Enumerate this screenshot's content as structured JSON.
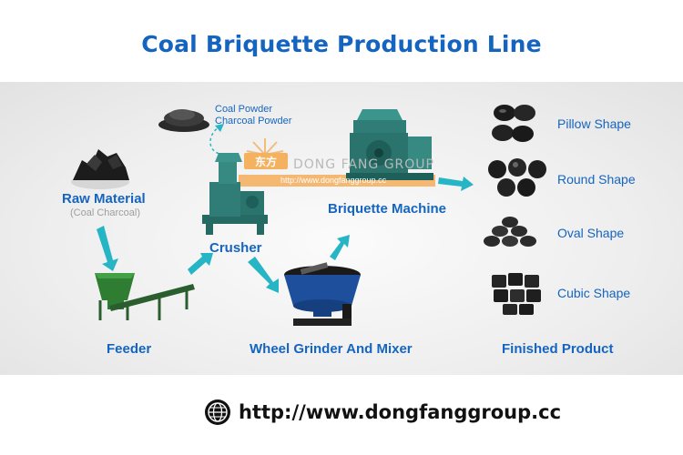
{
  "title": "Coal Briquette Production Line",
  "nodes": {
    "raw_material": {
      "label": "Raw Material",
      "sublabel": "(Coal Charcoal)"
    },
    "feeder": {
      "label": "Feeder"
    },
    "crusher": {
      "label": "Crusher"
    },
    "powder": {
      "line1": "Coal Powder",
      "line2": "Charcoal Powder"
    },
    "grinder": {
      "label": "Wheel Grinder And Mixer"
    },
    "briquette": {
      "label": "Briquette Machine"
    },
    "finished": {
      "label": "Finished Product"
    }
  },
  "shapes": [
    {
      "label": "Pillow Shape"
    },
    {
      "label": "Round Shape"
    },
    {
      "label": "Oval Shape"
    },
    {
      "label": "Cubic Shape"
    }
  ],
  "watermark": {
    "brand": "DONG FANG GROUP",
    "url": "http://www.dongfanggroup.cc"
  },
  "footer": {
    "url": "http://www.dongfanggroup.cc"
  },
  "colors": {
    "title": "#1565c0",
    "arrow": "#26b5c5",
    "label": "#1565c0",
    "machine": "#2f7d76"
  }
}
